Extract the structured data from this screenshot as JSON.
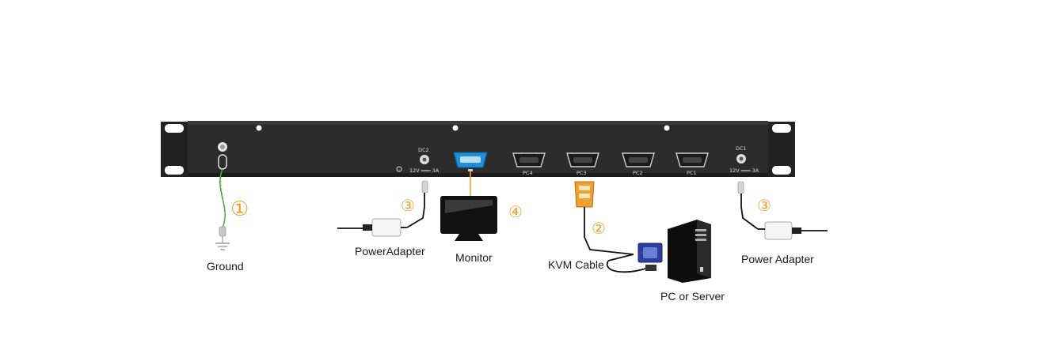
{
  "rack_panel": {
    "dc2_label": "DC2",
    "dc2_rating": "12V ═══ 3A",
    "dc1_label": "DC1",
    "dc1_rating": "12V ═══ 3A",
    "pc_ports": [
      "PC4",
      "PC3",
      "PC2",
      "PC1"
    ]
  },
  "steps": {
    "ground": "①",
    "kvm_cable": "②",
    "power_left": "③",
    "power_right": "③",
    "monitor": "④"
  },
  "labels": {
    "ground": "Ground",
    "power_adapter_left": "PowerAdapter",
    "monitor": "Monitor",
    "kvm_cable": "KVM Cable",
    "pc_or_server": "PC or Server",
    "power_adapter_right": "Power Adapter"
  },
  "colors": {
    "panel": "#2a2a2a",
    "ear": "#1f1f1f",
    "vga_blue": "#1e8fd8",
    "accent_orange": "#f0a030",
    "ground_green": "#3aa64a"
  }
}
